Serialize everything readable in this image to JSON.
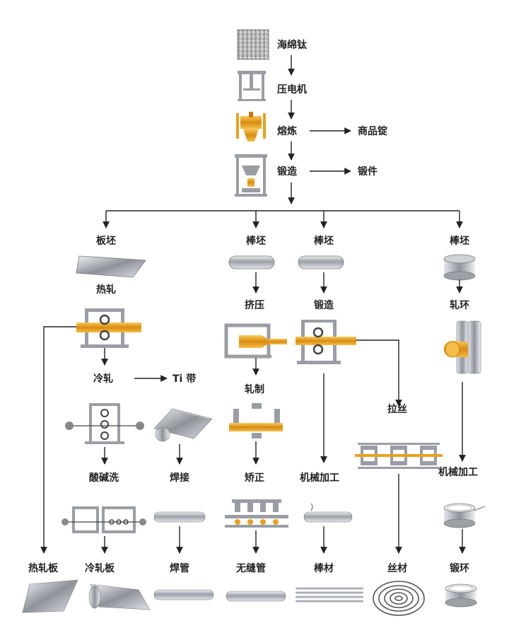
{
  "labels": {
    "sponge_ti": "海绵钛",
    "press": "压电机",
    "smelting": "熔炼",
    "ingot": "商品锭",
    "forging_top": "锻造",
    "forged_part": "锻件",
    "slab": "板坯",
    "bar_billet_1": "棒坯",
    "bar_billet_2": "棒坯",
    "bar_billet_3": "棒坯",
    "hot_roll": "热轧",
    "extrude": "挤压",
    "forging_mid": "锻造",
    "ring_roll": "轧环",
    "cold_roll": "冷轧",
    "ti_strip": "Ti 带",
    "rolling": "轧制",
    "wire_draw": "拉丝",
    "pickling": "酸碱洗",
    "welding": "焊接",
    "straighten": "矫正",
    "machining_1": "机械加工",
    "machining_2": "机械加工",
    "hot_plate": "热轧板",
    "cold_plate": "冷轧板",
    "welded_pipe": "焊管",
    "seamless_pipe": "无缝管",
    "bar": "棒材",
    "wire": "丝材",
    "forged_ring": "锻环"
  },
  "colors": {
    "gold": "#e8a21c",
    "steel": "#b8bcc2",
    "frame": "#9a9ea4",
    "line": "#222222"
  }
}
